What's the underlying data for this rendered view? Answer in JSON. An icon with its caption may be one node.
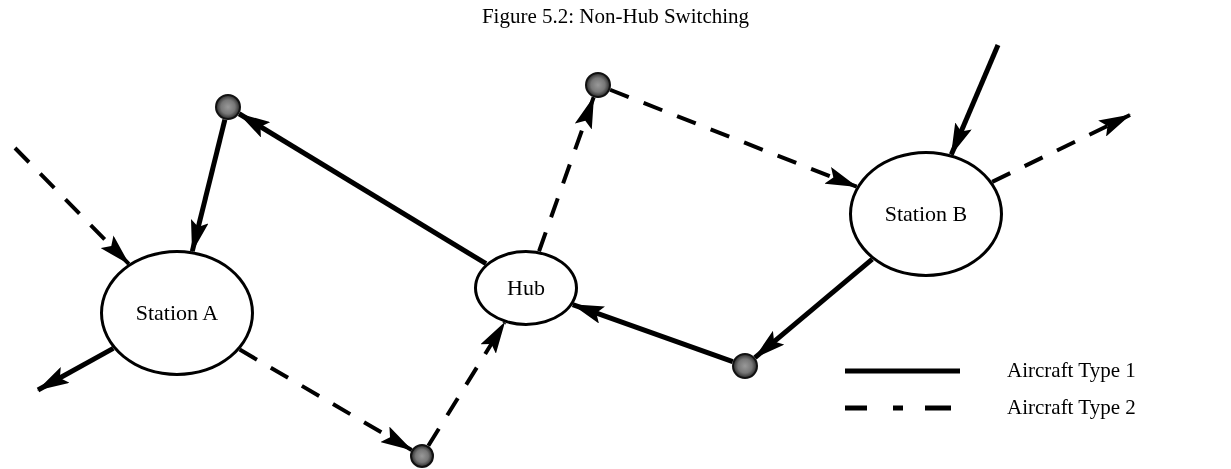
{
  "diagram": {
    "title": "Figure 5.2: Non-Hub Switching",
    "nodes": [
      {
        "text": [
          "Station A"
        ]
      },
      {
        "text": [
          "Hub"
        ]
      },
      {
        "text": [
          "Station B"
        ]
      },
      {
        "text": [],
        "shape": "circle"
      },
      {
        "text": [],
        "shape": "circle"
      },
      {
        "text": [],
        "shape": "circle"
      },
      {
        "text": [],
        "shape": "circle"
      }
    ],
    "edges": [
      {
        "from": null,
        "to": 0,
        "arrow": "to",
        "style": "dashed"
      },
      {
        "from": 3,
        "to": 0,
        "arrow": "to"
      },
      {
        "from": 1,
        "to": 3,
        "arrow": "to"
      },
      {
        "from": 0,
        "to": null,
        "arrow": "to"
      },
      {
        "from": 0,
        "to": 4,
        "arrow": "to",
        "style": "dashed"
      },
      {
        "from": 4,
        "to": 1,
        "arrow": "to",
        "style": "dashed"
      },
      {
        "from": 1,
        "to": 5,
        "arrow": "to",
        "style": "dashed"
      },
      {
        "from": 5,
        "to": 2,
        "arrow": "to",
        "style": "dashed"
      },
      {
        "from": null,
        "to": 2,
        "arrow": "to"
      },
      {
        "from": 2,
        "to": null,
        "arrow": "to",
        "style": "dashed"
      },
      {
        "from": 2,
        "to": 6,
        "arrow": "to"
      },
      {
        "from": 6,
        "to": 1,
        "arrow": "to"
      }
    ],
    "legend": [
      {
        "text": "Aircraft Type 1"
      },
      {
        "text": "Aircraft Type 2"
      }
    ]
  }
}
